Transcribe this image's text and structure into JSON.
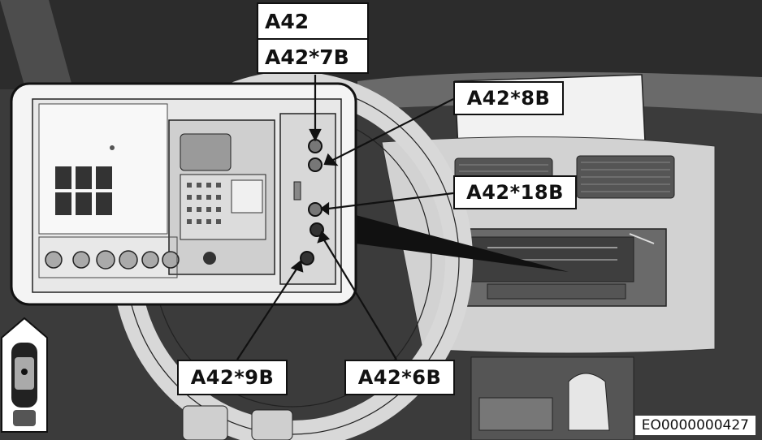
{
  "labels": {
    "module": "A42",
    "connector_7b": "A42*7B",
    "connector_8b": "A42*8B",
    "connector_18b": "A42*18B",
    "connector_9b": "A42*9B",
    "connector_6b": "A42*6B"
  },
  "document_id": "EO0000000427",
  "colors": {
    "background_dark": "#3a3a3a",
    "panel_light": "#e4e4e4",
    "line": "#111111",
    "label_bg": "#ffffff"
  },
  "icons": [
    "car-top-view-icon"
  ]
}
